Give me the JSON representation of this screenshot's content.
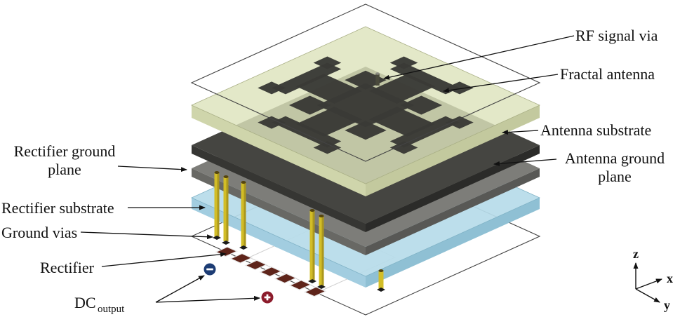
{
  "diagram": {
    "description": "Exploded isometric view of a stacked rectenna (fractal antenna + rectifier) structure",
    "labels": {
      "rf_signal_via": "RF signal via",
      "fractal_antenna": "Fractal antenna",
      "antenna_substrate": "Antenna substrate",
      "antenna_ground_1": "Antenna ground",
      "antenna_ground_2": "plane",
      "rectifier_ground_1": "Rectifier ground",
      "rectifier_ground_2": "plane",
      "rectifier_substrate": "Rectifier substrate",
      "ground_vias": "Ground vias",
      "rectifier": "Rectifier",
      "dc_output_prefix": "DC",
      "dc_output_subscript": "output"
    },
    "axes": {
      "z": "z",
      "x": "x",
      "y": "y"
    },
    "colors": {
      "antenna_substrate": "#dde3bc",
      "antenna_ground_plane": "#454541",
      "rectifier_ground_plane": "#7d7d79",
      "rectifier_substrate": "#b7dbe9",
      "fractal_antenna": "#3a3a36",
      "ground_via": "#d2bd27",
      "rectifier_component": "#5e241a",
      "dc_negative_terminal": "#1d3c74",
      "dc_positive_terminal": "#8c1c2c"
    }
  }
}
